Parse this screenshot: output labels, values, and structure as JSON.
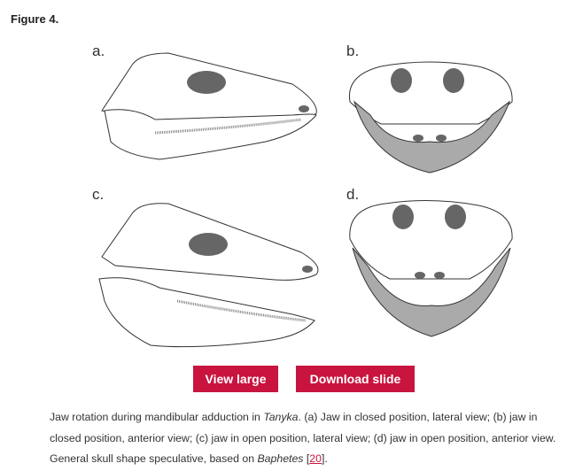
{
  "figure_title": "Figure 4.",
  "panels": [
    "a.",
    "b.",
    "c.",
    "d."
  ],
  "buttons": {
    "view_large": "View large",
    "download_slide": "Download slide"
  },
  "caption": {
    "part1": "Jaw rotation during mandibular adduction in ",
    "taxon": "Tanyka",
    "part2": ". (a) Jaw in closed position, lateral view; (b) jaw in closed position, anterior view; (c) jaw in open position, lateral view; (d) jaw in open position, anterior view. General skull shape speculative, based on ",
    "genus": "Baphetes",
    "part3": " [",
    "ref": "20",
    "part4": "]."
  },
  "colors": {
    "accent": "#c8143f",
    "fill_dark": "#666666"
  }
}
